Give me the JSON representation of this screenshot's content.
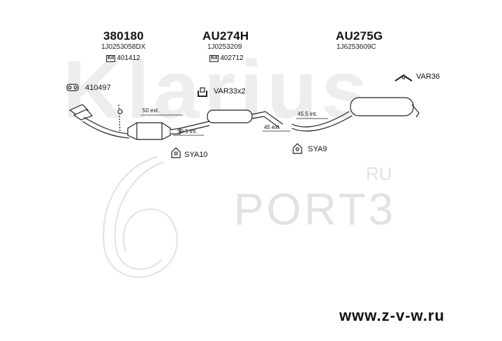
{
  "watermarks": {
    "brand": "Klarius",
    "port": "PORT3",
    "ru": "RU"
  },
  "groups": [
    {
      "part_number": "380180",
      "oem": "1J0253058DX",
      "kit_label": "Kit",
      "kit_code": "401412"
    },
    {
      "part_number": "AU274H",
      "oem": "1J0253209",
      "kit_label": "Kit",
      "kit_code": "402712"
    },
    {
      "part_number": "AU275G",
      "oem": "1J6253609C",
      "kit_label": null,
      "kit_code": null
    }
  ],
  "components": {
    "gasket": "410497",
    "clamp": "VAR33x2",
    "hanger_rear": "VAR36",
    "mount_front": "SYA10",
    "mount_rear": "SYA9"
  },
  "dimensions": {
    "d1": "50 ext.",
    "d2": "50.5 int.",
    "d3": "45 ext.",
    "d4": "45.5 int."
  },
  "footer": {
    "url": "www.z-v-w.ru"
  }
}
